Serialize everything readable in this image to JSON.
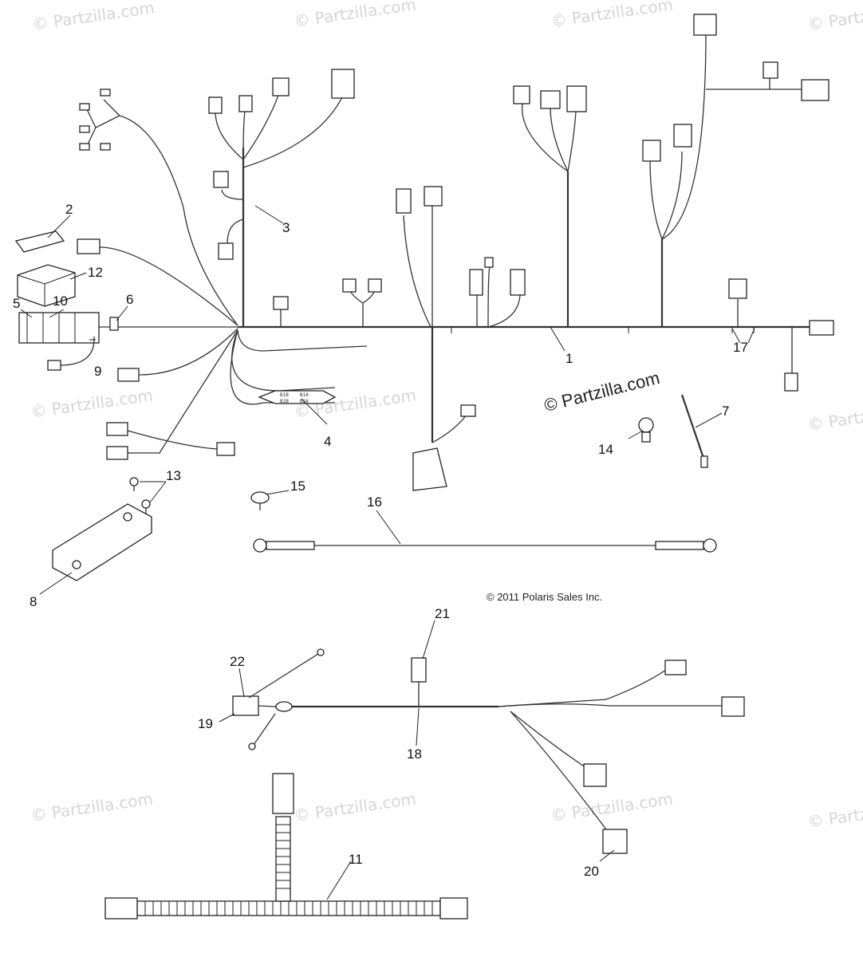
{
  "watermark": "© Partzilla.com",
  "brand_stamp": "© Partzilla.com",
  "copyright": "© 2011 Polaris Sales Inc.",
  "fuse_labels": [
    "B1B",
    "B1A",
    "B2B",
    "B2A"
  ],
  "callouts": {
    "c1": "1",
    "c2": "2",
    "c3": "3",
    "c4": "4",
    "c5": "5",
    "c6": "6",
    "c7": "7",
    "c8": "8",
    "c9": "9",
    "c10": "10",
    "c11": "11",
    "c12": "12",
    "c13": "13",
    "c14": "14",
    "c15": "15",
    "c16": "16",
    "c17": "17",
    "c18": "18",
    "c19": "19",
    "c20": "20",
    "c21": "21",
    "c22": "22"
  }
}
